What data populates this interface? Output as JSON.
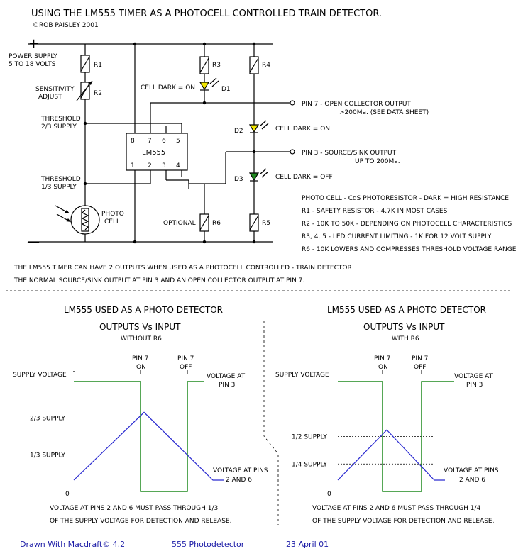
{
  "title": "USING THE LM555 TIMER AS A PHOTOCELL CONTROLLED TRAIN DETECTOR.",
  "copyright": "©ROB PAISLEY 2001",
  "schematic": {
    "plus": "+",
    "minus": "—",
    "power_supply": [
      "POWER SUPPLY",
      "5 TO 18 VOLTS"
    ],
    "sensitivity": [
      "SENSITIVITY",
      "ADJUST"
    ],
    "threshold_high": [
      "THRESHOLD",
      "2/3 SUPPLY"
    ],
    "threshold_low": [
      "THRESHOLD",
      "1/3 SUPPLY"
    ],
    "photo_cell": [
      "PHOTO",
      "CELL"
    ],
    "r1": "R1",
    "r2": "R2",
    "r3": "R3",
    "r4": "R4",
    "r5": "R5",
    "r6": "R6",
    "d1": "D1",
    "d2": "D2",
    "d3": "D3",
    "d1_note": "CELL DARK = ON",
    "d2_note": "CELL DARK = ON",
    "d3_note": "CELL DARK = OFF",
    "optional": "OPTIONAL",
    "chip": "LM555",
    "pins_top": [
      "8",
      "7",
      "6",
      "5"
    ],
    "pins_bottom": [
      "1",
      "2",
      "3",
      "4"
    ],
    "pin7_out": [
      "PIN 7 - OPEN COLLECTOR OUTPUT",
      ">200Ma.  (SEE DATA SHEET)"
    ],
    "pin3_out": [
      "PIN 3 - SOURCE/SINK OUTPUT",
      "UP TO 200Ma."
    ],
    "led_colors": {
      "d1": "#f2e600",
      "d2": "#f2e600",
      "d3": "#1f8a1f"
    }
  },
  "notes": [
    "PHOTO CELL - CdS PHOTORESISTOR - DARK = HIGH RESISTANCE",
    "R1 - SAFETY RESISTOR - 4.7K IN MOST CASES",
    "R2 - 10K TO 50K - DEPENDING ON PHOTOCELL CHARACTERISTICS",
    "R3, 4, 5 - LED CURRENT LIMITING - 1K FOR 12 VOLT SUPPLY",
    "R6 - 10K  LOWERS AND COMPRESSES THRESHOLD VOLTAGE RANGE"
  ],
  "description": [
    "THE LM555 TIMER CAN HAVE 2 OUTPUTS WHEN USED AS A PHOTOCELL CONTROLLED - TRAIN DETECTOR",
    "THE NORMAL SOURCE/SINK OUTPUT AT PIN 3 AND AN OPEN COLLECTOR OUTPUT AT PIN 7."
  ],
  "graphs": [
    {
      "title": "LM555 USED AS A PHOTO DETECTOR",
      "subtitle": "OUTPUTS Vs INPUT",
      "condition": "WITHOUT R6",
      "supply_label": "SUPPLY VOLTAGE",
      "upper_label": "2/3 SUPPLY",
      "lower_label": "1/3 SUPPLY",
      "zero_label": "0",
      "pin7_on": [
        "PIN 7",
        "ON"
      ],
      "pin7_off": [
        "PIN 7",
        "OFF"
      ],
      "pin3_label": [
        "VOLTAGE AT",
        "PIN 3"
      ],
      "pins26_label": [
        "VOLTAGE AT PINS",
        "2 AND 6"
      ],
      "caption": [
        "VOLTAGE AT PINS 2 AND 6 MUST PASS THROUGH 1/3",
        "OF THE SUPPLY VOLTAGE FOR DETECTION AND RELEASE."
      ],
      "upper_frac": 0.6667,
      "lower_frac": 0.3333,
      "peak_frac": 0.72
    },
    {
      "title": "LM555 USED AS A PHOTO DETECTOR",
      "subtitle": "OUTPUTS Vs INPUT",
      "condition": "WITH R6",
      "supply_label": "SUPPLY VOLTAGE",
      "upper_label": "1/2 SUPPLY",
      "lower_label": "1/4 SUPPLY",
      "zero_label": "0",
      "pin7_on": [
        "PIN 7",
        "ON"
      ],
      "pin7_off": [
        "PIN 7",
        "OFF"
      ],
      "pin3_label": [
        "VOLTAGE AT",
        "PIN 3"
      ],
      "pins26_label": [
        "VOLTAGE AT PINS",
        "2 AND 6"
      ],
      "caption": [
        "VOLTAGE AT PINS 2 AND 6 MUST PASS THROUGH 1/4",
        "OF THE SUPPLY VOLTAGE FOR DETECTION AND RELEASE."
      ],
      "upper_frac": 0.5,
      "lower_frac": 0.25,
      "peak_frac": 0.56
    }
  ],
  "footer": {
    "drawn": "Drawn With Macdraft© 4.2",
    "name": "555 Photodetector",
    "date": "23 April 01"
  }
}
